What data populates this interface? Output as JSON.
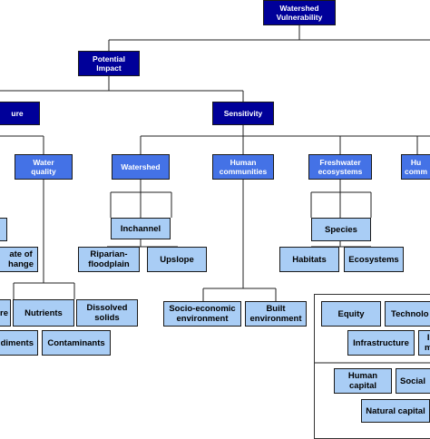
{
  "nodes": {
    "watershed_vulnerability": "Watershed\nVulnerability",
    "potential_impact": "Potential\nImpact",
    "exposure": "ure",
    "sensitivity": "Sensitivity",
    "water_quality": "Water\nquality",
    "watershed": "Watershed",
    "human_communities": "Human\ncommunities",
    "freshwater_ecosystems": "Freshwater\necosystems",
    "human_right": "Hu\ncomm",
    "rate_of_change": "ate of\nhange",
    "inchannel": "Inchannel",
    "riparian_floodplain": "Riparian-\nfloodplain",
    "upslope": "Upslope",
    "species": "Species",
    "habitats": "Habitats",
    "ecosystems": "Ecosystems",
    "temperature": "re",
    "nutrients": "Nutrients",
    "dissolved_solids": "Dissolved\nsolids",
    "sediments": "diments",
    "contaminants": "Contaminants",
    "socio_economic_environment": "Socio-economic\nenvironment",
    "built_environment": "Built\nenvironment",
    "equity": "Equity",
    "technology": "Technolo",
    "infrastructure": "Infrastructure",
    "information": "I\nm",
    "human_capital": "Human\ncapital",
    "social_capital": "Social",
    "natural_capital": "Natural capital"
  },
  "colors": {
    "dark_node": "#000099",
    "mid_node": "#4472e6",
    "light_node": "#a9cdf5",
    "connector": "#222222"
  }
}
